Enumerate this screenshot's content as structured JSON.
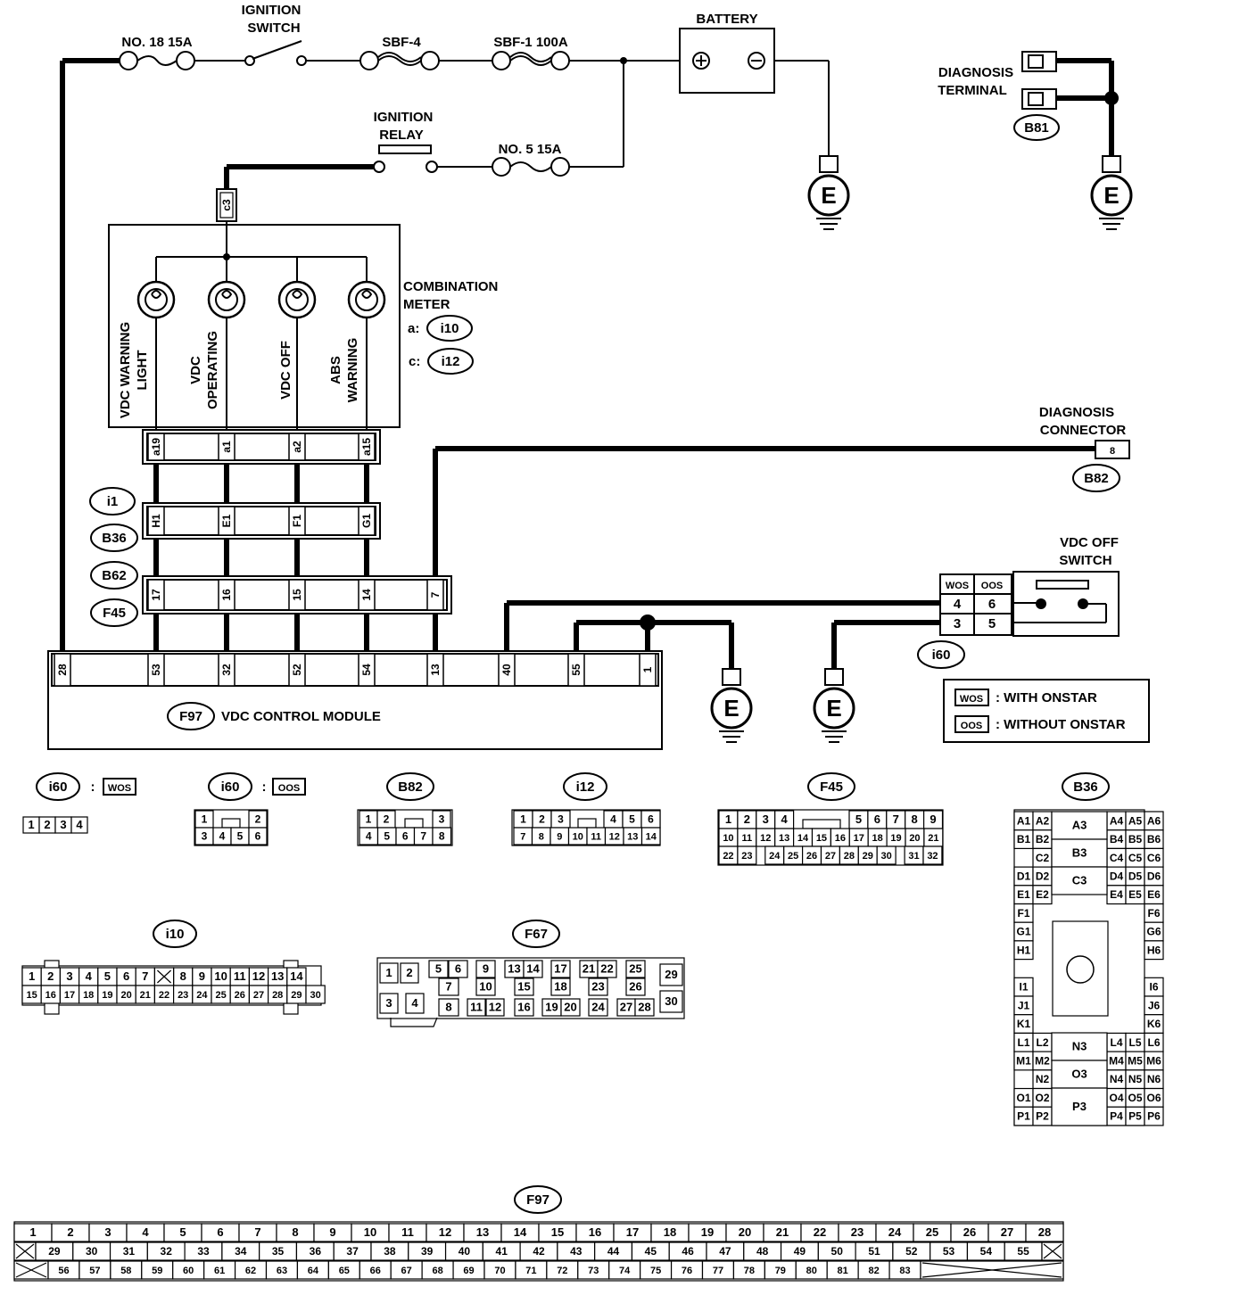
{
  "diagram_title": "VDC control module wiring diagram",
  "top": {
    "fuse_no18": "NO. 18 15A",
    "ignition_switch": [
      "IGNITION",
      "SWITCH"
    ],
    "sbf4": "SBF-4",
    "sbf1": "SBF-1 100A",
    "battery": "BATTERY",
    "ignition_relay": [
      "IGNITION",
      "RELAY"
    ],
    "fuse_no5": "NO. 5 15A",
    "diagnosis_terminal": [
      "DIAGNOSIS",
      "TERMINAL"
    ],
    "b81": "B81",
    "ground": "E",
    "c3": "c3"
  },
  "meter": {
    "title": [
      "COMBINATION",
      "METER"
    ],
    "a_prefix": "a:",
    "a_conn": "i10",
    "c_prefix": "c:",
    "c_conn": "i12",
    "lamps": [
      [
        "VDC WARNING",
        "LIGHT"
      ],
      [
        "VDC",
        "OPERATING"
      ],
      [
        "VDC OFF"
      ],
      [
        "ABS",
        "WARNING"
      ]
    ],
    "pins": [
      "a19",
      "a1",
      "a2",
      "a15"
    ]
  },
  "connectors": {
    "i1": "i1",
    "b36": "B36",
    "b62": "B62",
    "f45": "F45",
    "row_i1_pins": [
      "H1",
      "E1",
      "F1",
      "G1"
    ],
    "row_b62_pins": [
      "17",
      "16",
      "15",
      "14",
      "7"
    ]
  },
  "diag_connector": {
    "title": [
      "DIAGNOSIS",
      "CONNECTOR"
    ],
    "pin": "8",
    "conn": "B82"
  },
  "vdc_off_switch": {
    "title": [
      "VDC OFF",
      "SWITCH"
    ],
    "wos": "WOS",
    "oos": "OOS",
    "rows": [
      [
        "4",
        "6"
      ],
      [
        "3",
        "5"
      ]
    ],
    "conn": "i60"
  },
  "module": {
    "name": "VDC CONTROL MODULE",
    "conn": "F97",
    "pins": [
      "28",
      "53",
      "32",
      "52",
      "54",
      "13",
      "40",
      "55",
      "1"
    ]
  },
  "legend": [
    {
      "tag": "WOS",
      "text": ": WITH ONSTAR"
    },
    {
      "tag": "OOS",
      "text": ": WITHOUT ONSTAR"
    }
  ],
  "connector_views": {
    "i60_wos": {
      "label": "i60",
      "sep": ":",
      "tag": "WOS",
      "row": [
        "1",
        "2",
        "3",
        "4"
      ]
    },
    "i60_oos": {
      "label": "i60",
      "sep": ":",
      "tag": "OOS",
      "top": [
        "1",
        "2"
      ],
      "bottom": [
        "3",
        "4",
        "5",
        "6"
      ]
    },
    "b82": {
      "label": "B82",
      "top": [
        "1",
        "2",
        "3"
      ],
      "bottom": [
        "4",
        "5",
        "6",
        "7",
        "8"
      ]
    },
    "i12": {
      "label": "i12",
      "top": [
        "1",
        "2",
        "3",
        "4",
        "5",
        "6"
      ],
      "bottom": [
        "7",
        "8",
        "9",
        "10",
        "11",
        "12",
        "13",
        "14"
      ]
    },
    "f45": {
      "label": "F45",
      "row1": [
        "1",
        "2",
        "3",
        "4",
        "5",
        "6",
        "7",
        "8",
        "9"
      ],
      "row2": [
        "10",
        "11",
        "12",
        "13",
        "14",
        "15",
        "16",
        "17",
        "18",
        "19",
        "20",
        "21"
      ],
      "row3": [
        "22",
        "23",
        "24",
        "25",
        "26",
        "27",
        "28",
        "29",
        "30",
        "31",
        "32"
      ]
    },
    "b36": {
      "label": "B36",
      "left": [
        "A1",
        "B1",
        "D1",
        "E1",
        "F1",
        "G1",
        "H1",
        "I1",
        "J1",
        "K1",
        "L1",
        "M1",
        "O1",
        "P1"
      ],
      "inner_left": [
        "A2",
        "B2",
        "C2",
        "D2",
        "E2",
        "L2",
        "M2",
        "N2",
        "O2",
        "P2"
      ],
      "center": [
        "A3",
        "B3",
        "C3",
        "N3",
        "O3",
        "P3"
      ],
      "inner_right": [
        "A4",
        "B4",
        "C4",
        "D4",
        "E4",
        "L4",
        "M4",
        "N4",
        "O4",
        "P4"
      ],
      "right5": [
        "A5",
        "B5",
        "C5",
        "D5",
        "E5",
        "L5",
        "M5",
        "N5",
        "O5",
        "P5"
      ],
      "right": [
        "A6",
        "B6",
        "C6",
        "D6",
        "E6",
        "F6",
        "G6",
        "H6",
        "I6",
        "J6",
        "K6",
        "L6",
        "M6",
        "N6",
        "O6",
        "P6"
      ]
    },
    "i10": {
      "label": "i10",
      "top": [
        "1",
        "2",
        "3",
        "4",
        "5",
        "6",
        "7",
        "8",
        "9",
        "10",
        "11",
        "12",
        "13",
        "14"
      ],
      "bottom": [
        "15",
        "16",
        "17",
        "18",
        "19",
        "20",
        "21",
        "22",
        "23",
        "24",
        "25",
        "26",
        "27",
        "28",
        "29",
        "30"
      ]
    },
    "f67": {
      "label": "F67",
      "pins": [
        "1",
        "2",
        "3",
        "4",
        "5",
        "6",
        "7",
        "8",
        "9",
        "10",
        "11",
        "12",
        "13",
        "14",
        "15",
        "16",
        "17",
        "18",
        "19",
        "20",
        "21",
        "22",
        "23",
        "24",
        "25",
        "26",
        "27",
        "28",
        "29",
        "30"
      ]
    },
    "f97": {
      "label": "F97",
      "row1": [
        "1",
        "2",
        "3",
        "4",
        "5",
        "6",
        "7",
        "8",
        "9",
        "10",
        "11",
        "12",
        "13",
        "14",
        "15",
        "16",
        "17",
        "18",
        "19",
        "20",
        "21",
        "22",
        "23",
        "24",
        "25",
        "26",
        "27",
        "28"
      ],
      "row2": [
        "29",
        "30",
        "31",
        "32",
        "33",
        "34",
        "35",
        "36",
        "37",
        "38",
        "39",
        "40",
        "41",
        "42",
        "43",
        "44",
        "45",
        "46",
        "47",
        "48",
        "49",
        "50",
        "51",
        "52",
        "53",
        "54",
        "55"
      ],
      "row3": [
        "56",
        "57",
        "58",
        "59",
        "60",
        "61",
        "62",
        "63",
        "64",
        "65",
        "66",
        "67",
        "68",
        "69",
        "70",
        "71",
        "72",
        "73",
        "74",
        "75",
        "76",
        "77",
        "78",
        "79",
        "80",
        "81",
        "82",
        "83"
      ]
    }
  }
}
